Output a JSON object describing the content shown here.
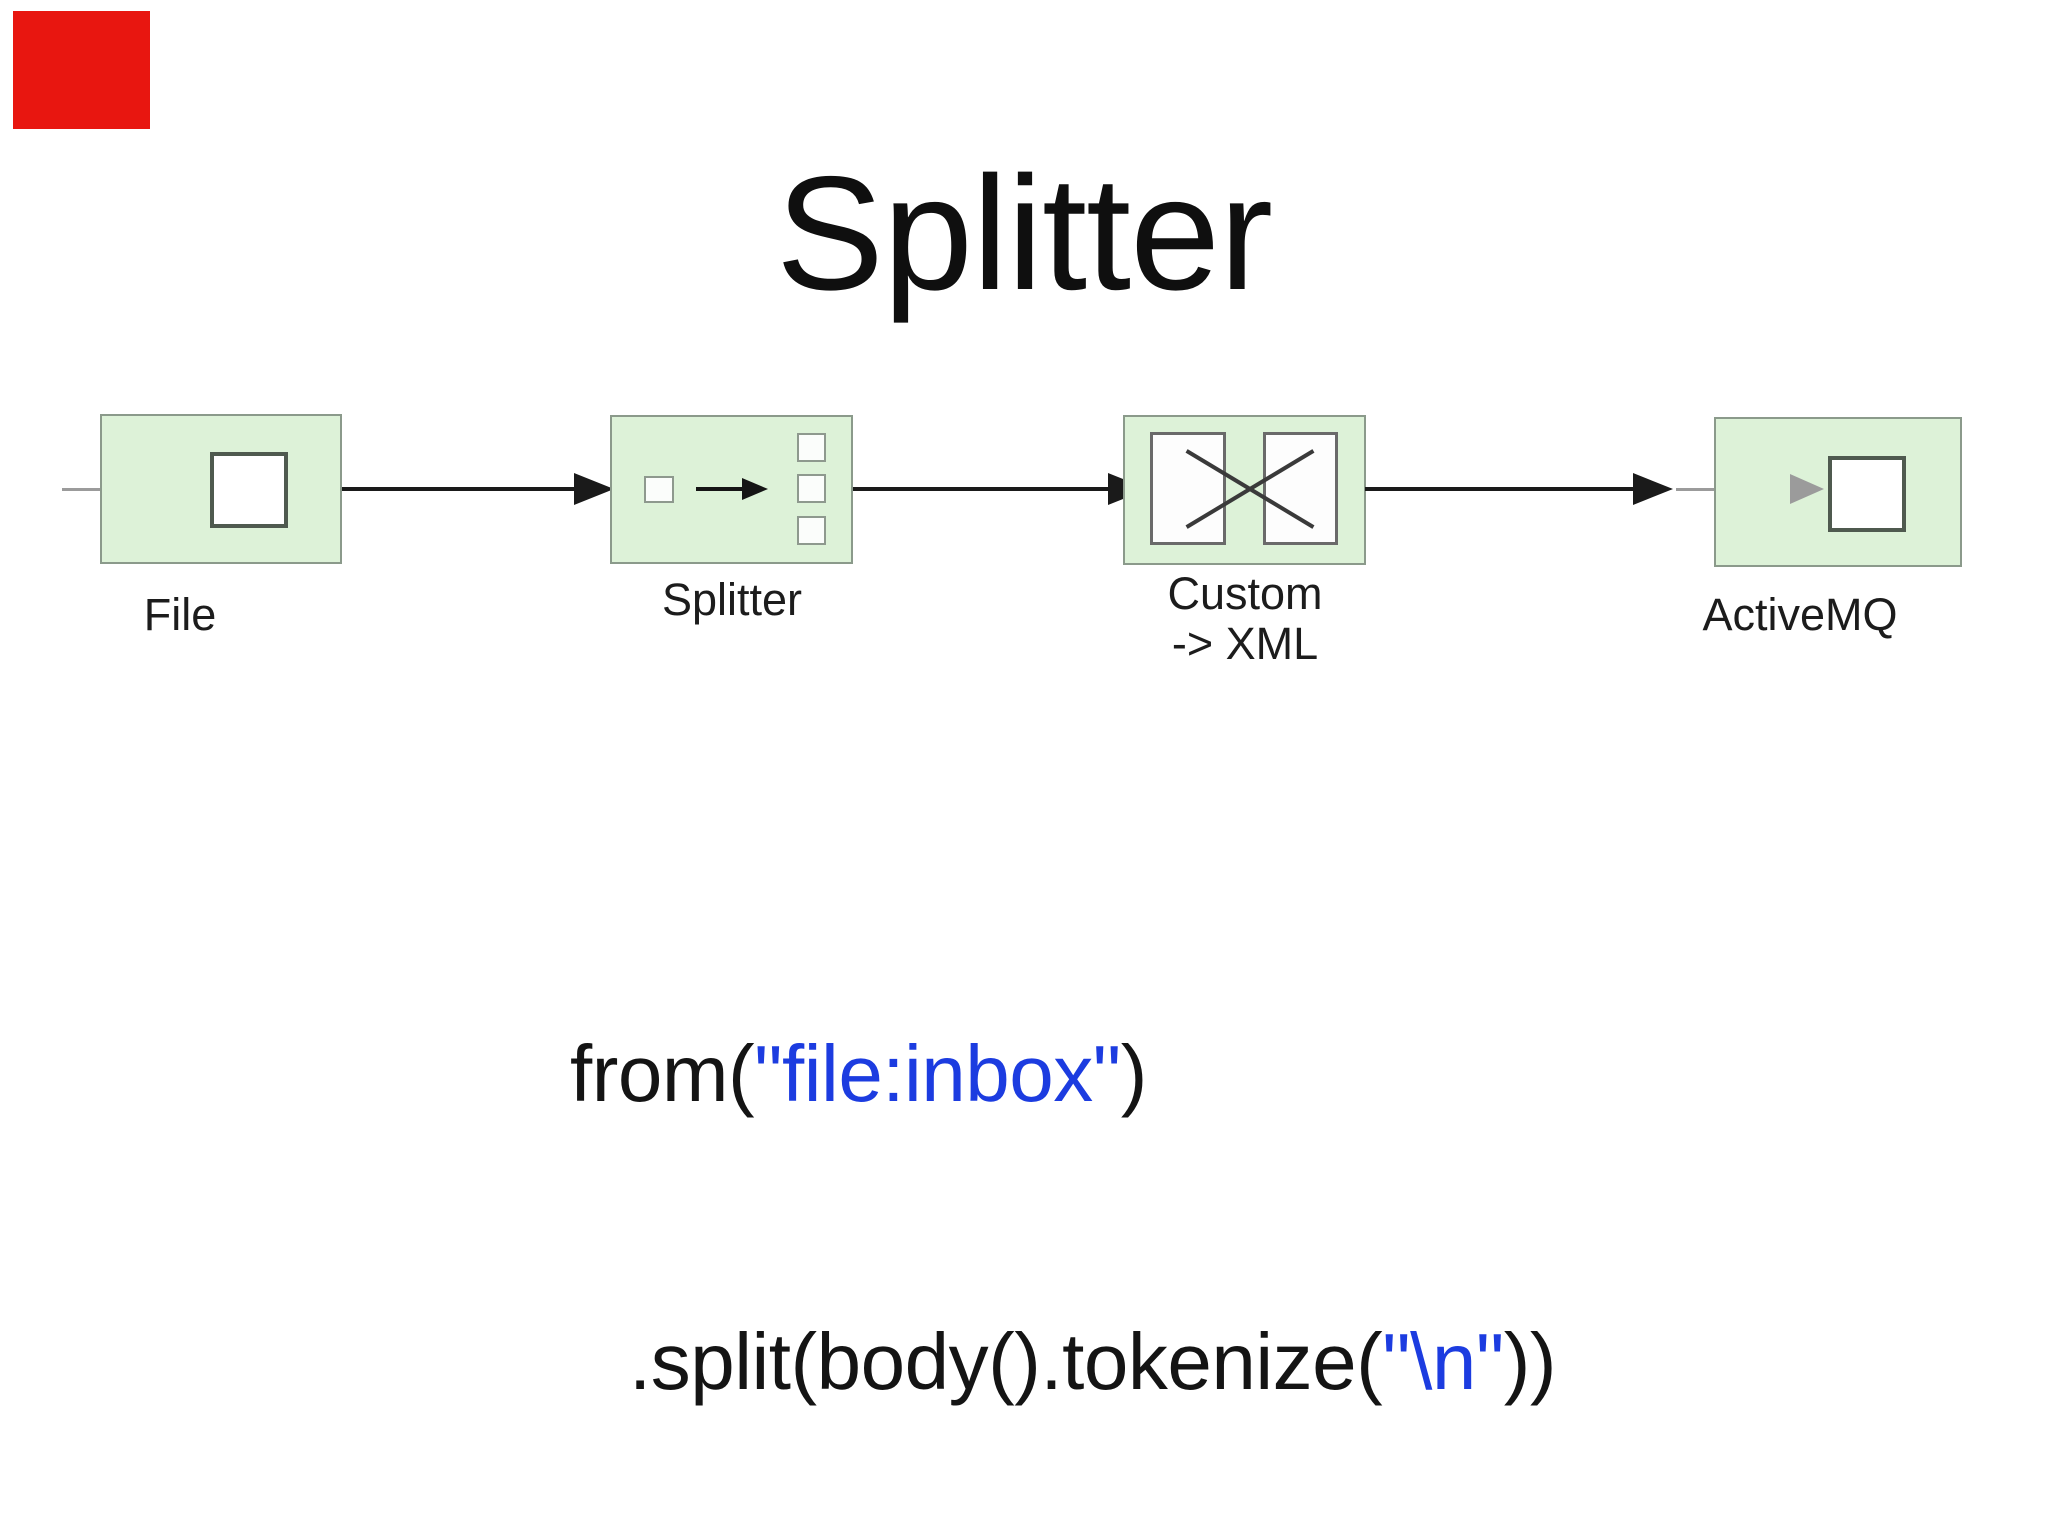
{
  "slide": {
    "title": "Splitter",
    "background_color": "#ffffff",
    "marker_color": "#e81610"
  },
  "diagram": {
    "node_fill_color": "#ddf2d8",
    "node_border_color": "#8b9a8b",
    "connector_color": "#1a1a1a",
    "endpoint_connector_color": "#9b9b9b",
    "nodes": [
      {
        "label": "File"
      },
      {
        "label": "Splitter"
      },
      {
        "label": "Custom",
        "label2": "-> XML"
      },
      {
        "label": "ActiveMQ"
      }
    ]
  },
  "code": {
    "text_color": "#141414",
    "string_color": "#1c3ce0",
    "line1": {
      "pre": "from(",
      "string": "\"file:inbox\"",
      "post": ")"
    },
    "line2": {
      "pre": ".split(body().tokenize(",
      "string": "\"\\n\"",
      "post": "))"
    }
  }
}
